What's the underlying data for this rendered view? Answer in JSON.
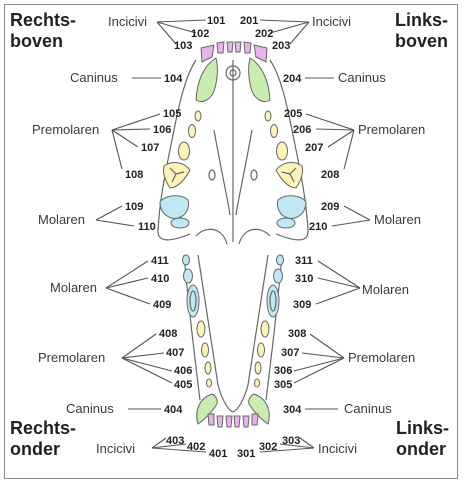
{
  "corners": {
    "top_left": [
      "Rechts-",
      "boven"
    ],
    "top_right": [
      "Links-",
      "boven"
    ],
    "bottom_left": [
      "Rechts-",
      "onder"
    ],
    "bottom_right": [
      "Links-",
      "onder"
    ]
  },
  "group_labels": {
    "incisors": "Incicivi",
    "canine": "Caninus",
    "premolars": "Premolaren",
    "molars": "Molaren"
  },
  "teeth_numbers": {
    "upper_right": [
      "101",
      "102",
      "103",
      "104",
      "105",
      "106",
      "107",
      "108",
      "109",
      "110"
    ],
    "upper_left": [
      "201",
      "202",
      "203",
      "204",
      "205",
      "206",
      "207",
      "208",
      "209",
      "210"
    ],
    "lower_left": [
      "301",
      "302",
      "303",
      "304",
      "305",
      "306",
      "307",
      "308",
      "309",
      "310",
      "311"
    ],
    "lower_right": [
      "401",
      "402",
      "403",
      "404",
      "405",
      "406",
      "407",
      "408",
      "409",
      "410",
      "411"
    ]
  },
  "colors": {
    "incisor": "#e8b4ec",
    "canine": "#c9ecb0",
    "premolar": "#fbf3b8",
    "molar": "#bfe8f5",
    "line": "#555555",
    "jaw_outline": "#666666"
  }
}
